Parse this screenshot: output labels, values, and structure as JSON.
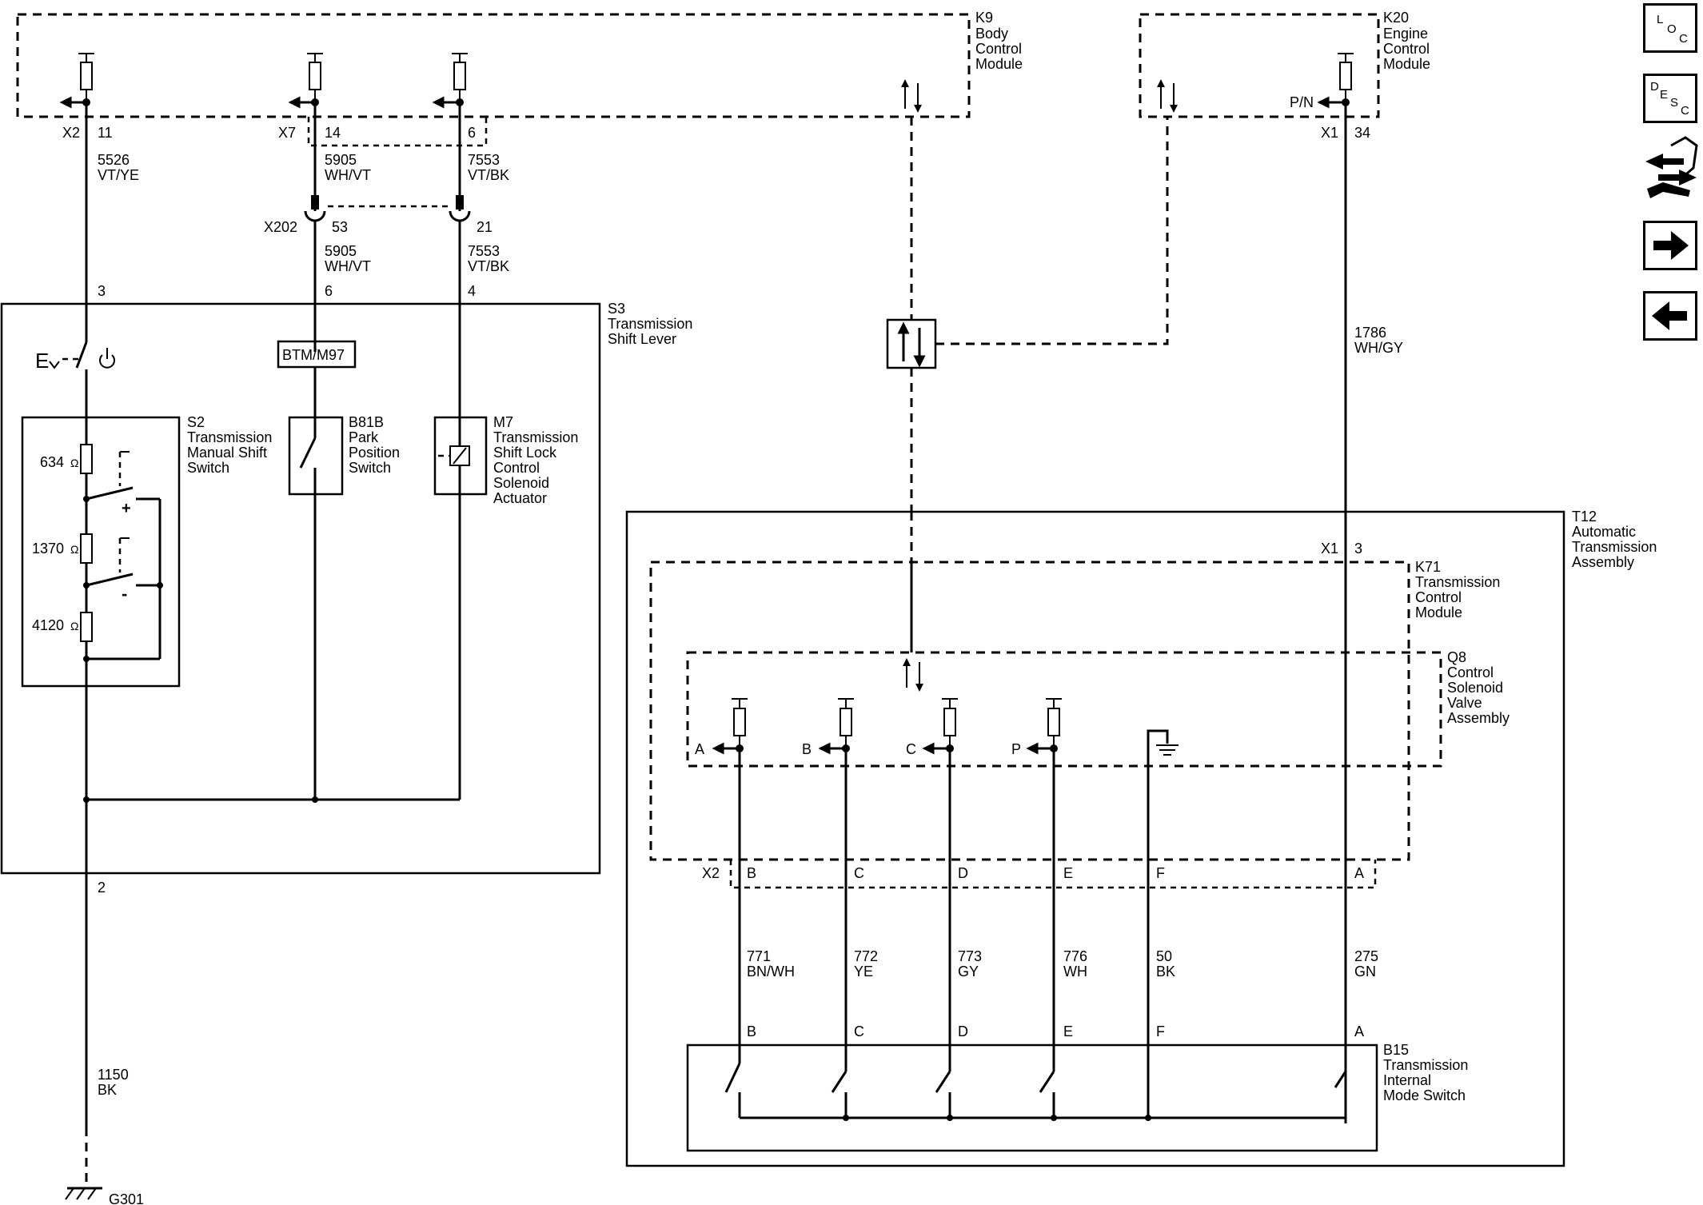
{
  "modules": {
    "k9": {
      "code": "K9",
      "lines": [
        "Body",
        "Control",
        "Module"
      ]
    },
    "k20": {
      "code": "K20",
      "lines": [
        "Engine",
        "Control",
        "Module"
      ]
    },
    "s3": {
      "code": "S3",
      "lines": [
        "Transmission",
        "Shift Lever"
      ]
    },
    "s2": {
      "code": "S2",
      "lines": [
        "Transmission",
        "Manual Shift",
        "Switch"
      ]
    },
    "b81b": {
      "code": "B81B",
      "lines": [
        "Park",
        "Position",
        "Switch"
      ]
    },
    "m7": {
      "code": "M7",
      "lines": [
        "Transmission",
        "Shift Lock",
        "Control",
        "Solenoid",
        "Actuator"
      ]
    },
    "t12": {
      "code": "T12",
      "lines": [
        "Automatic",
        "Transmission",
        "Assembly"
      ]
    },
    "k71": {
      "code": "K71",
      "lines": [
        "Transmission",
        "Control",
        "Module"
      ]
    },
    "q8": {
      "code": "Q8",
      "lines": [
        "Control",
        "Solenoid",
        "Valve",
        "Assembly"
      ]
    },
    "b15": {
      "code": "B15",
      "lines": [
        "Transmission",
        "Internal",
        "Mode Switch"
      ]
    }
  },
  "connectors": {
    "k9_x2": "X2",
    "k9_x7": "X7",
    "k20_x1": "X1",
    "x202": "X202",
    "t12_x1": "X1",
    "x2_bottom": "X2",
    "ground": "G301",
    "btm": "BTM/M97"
  },
  "pins": {
    "k9_11": "11",
    "k9_14": "14",
    "k9_6": "6",
    "k20_34": "34",
    "x202_53": "53",
    "x202_21": "21",
    "s3_3": "3",
    "s3_6": "6",
    "s3_4": "4",
    "s3_2": "2",
    "t12_3": "3",
    "pn": "P/N",
    "x2": [
      "B",
      "C",
      "D",
      "E",
      "F",
      "A"
    ],
    "b15": [
      "B",
      "C",
      "D",
      "E",
      "F",
      "A"
    ],
    "q8_outputs": [
      "A",
      "B",
      "C",
      "P"
    ]
  },
  "wires": {
    "w5526": {
      "circuit": "5526",
      "color": "VT/YE"
    },
    "w5905a": {
      "circuit": "5905",
      "color": "WH/VT"
    },
    "w7553a": {
      "circuit": "7553",
      "color": "VT/BK"
    },
    "w5905b": {
      "circuit": "5905",
      "color": "WH/VT"
    },
    "w7553b": {
      "circuit": "7553",
      "color": "VT/BK"
    },
    "w1786": {
      "circuit": "1786",
      "color": "WH/GY"
    },
    "w1150": {
      "circuit": "1150",
      "color": "BK"
    },
    "w771": {
      "circuit": "771",
      "color": "BN/WH"
    },
    "w772": {
      "circuit": "772",
      "color": "YE"
    },
    "w773": {
      "circuit": "773",
      "color": "GY"
    },
    "w776": {
      "circuit": "776",
      "color": "WH"
    },
    "w50": {
      "circuit": "50",
      "color": "BK"
    },
    "w275": {
      "circuit": "275",
      "color": "GN"
    }
  },
  "resistors": {
    "r1": "634",
    "r2": "1370",
    "r3": "4120",
    "ohm": "Ω"
  },
  "switch_marks": {
    "plus": "+",
    "minus": "-"
  },
  "nav": {
    "loc": {
      "l": "L",
      "o": "O",
      "c": "C"
    },
    "desc": {
      "d": "D",
      "e": "E",
      "s": "S",
      "c": "C"
    }
  }
}
